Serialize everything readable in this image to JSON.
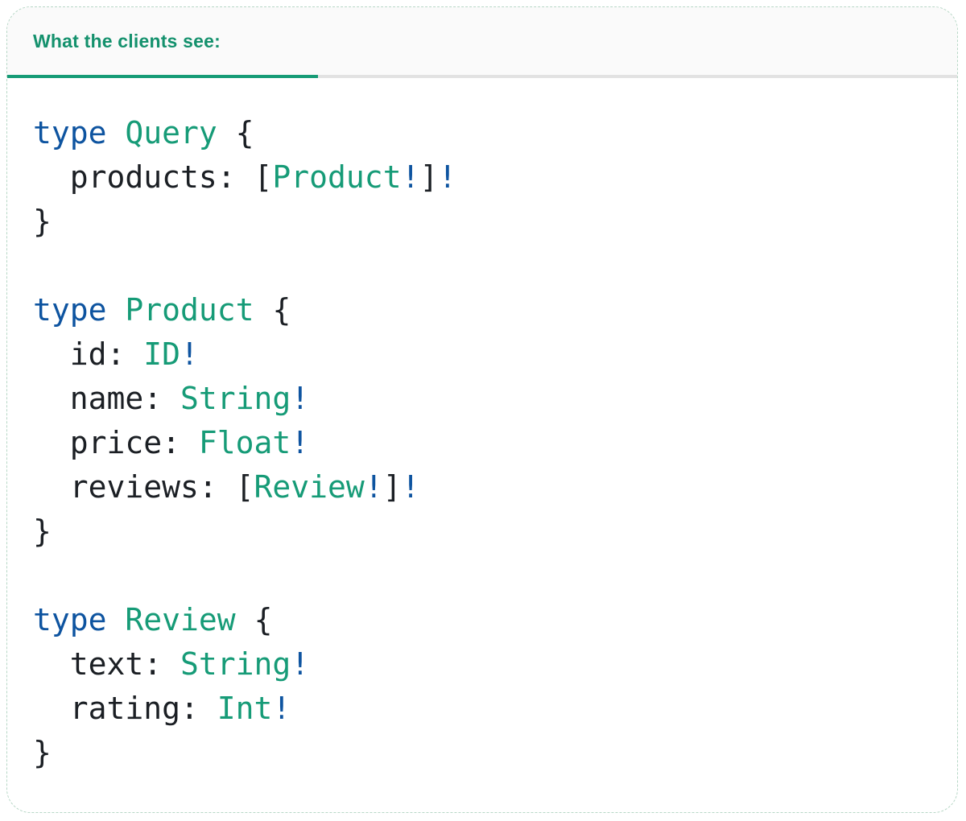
{
  "tab": {
    "label": "What the clients see:"
  },
  "colors": {
    "tab_text": "#14916d",
    "tab_underline": "#169b76",
    "divider": "#e2e2e2",
    "header_background": "#fafafa",
    "card_border": "#b7d7c6",
    "code_plain": "#1b1f24",
    "code_keyword": "#0e54a0",
    "code_type": "#169b77"
  },
  "code": {
    "language": "graphql",
    "lines": [
      [
        {
          "t": "type",
          "c": "keyword"
        },
        {
          "t": " ",
          "c": "plain"
        },
        {
          "t": "Query",
          "c": "type"
        },
        {
          "t": " {",
          "c": "plain"
        }
      ],
      [
        {
          "t": "  products: [",
          "c": "plain"
        },
        {
          "t": "Product",
          "c": "type"
        },
        {
          "t": "!",
          "c": "keyword"
        },
        {
          "t": "]",
          "c": "plain"
        },
        {
          "t": "!",
          "c": "keyword"
        }
      ],
      [
        {
          "t": "}",
          "c": "plain"
        }
      ],
      [],
      [
        {
          "t": "type",
          "c": "keyword"
        },
        {
          "t": " ",
          "c": "plain"
        },
        {
          "t": "Product",
          "c": "type"
        },
        {
          "t": " {",
          "c": "plain"
        }
      ],
      [
        {
          "t": "  id: ",
          "c": "plain"
        },
        {
          "t": "ID",
          "c": "type"
        },
        {
          "t": "!",
          "c": "keyword"
        }
      ],
      [
        {
          "t": "  name: ",
          "c": "plain"
        },
        {
          "t": "String",
          "c": "type"
        },
        {
          "t": "!",
          "c": "keyword"
        }
      ],
      [
        {
          "t": "  price: ",
          "c": "plain"
        },
        {
          "t": "Float",
          "c": "type"
        },
        {
          "t": "!",
          "c": "keyword"
        }
      ],
      [
        {
          "t": "  reviews: [",
          "c": "plain"
        },
        {
          "t": "Review",
          "c": "type"
        },
        {
          "t": "!",
          "c": "keyword"
        },
        {
          "t": "]",
          "c": "plain"
        },
        {
          "t": "!",
          "c": "keyword"
        }
      ],
      [
        {
          "t": "}",
          "c": "plain"
        }
      ],
      [],
      [
        {
          "t": "type",
          "c": "keyword"
        },
        {
          "t": " ",
          "c": "plain"
        },
        {
          "t": "Review",
          "c": "type"
        },
        {
          "t": " {",
          "c": "plain"
        }
      ],
      [
        {
          "t": "  text: ",
          "c": "plain"
        },
        {
          "t": "String",
          "c": "type"
        },
        {
          "t": "!",
          "c": "keyword"
        }
      ],
      [
        {
          "t": "  rating: ",
          "c": "plain"
        },
        {
          "t": "Int",
          "c": "type"
        },
        {
          "t": "!",
          "c": "keyword"
        }
      ],
      [
        {
          "t": "}",
          "c": "plain"
        }
      ]
    ]
  }
}
